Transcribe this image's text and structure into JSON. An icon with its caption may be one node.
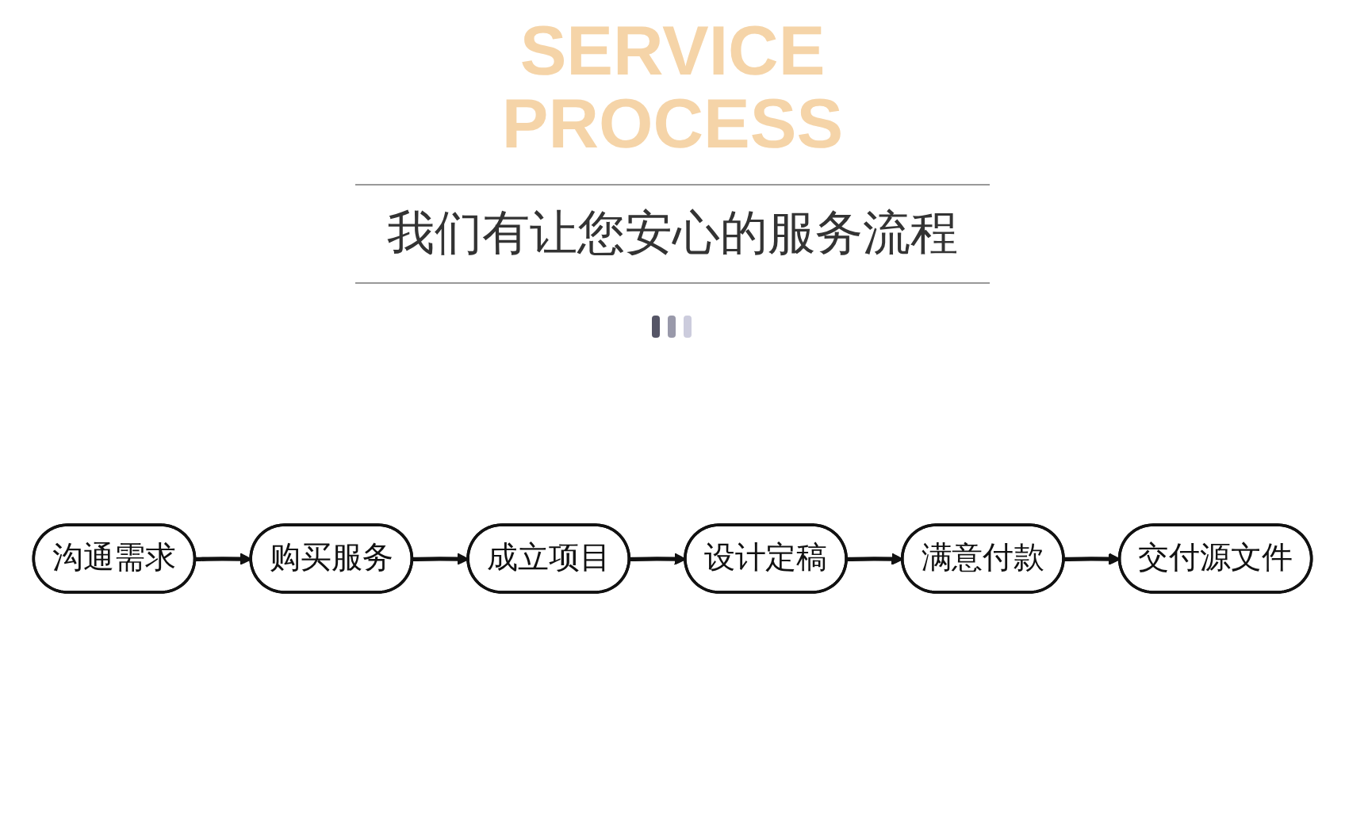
{
  "diagram": {
    "title": "SERVICE PROCESS",
    "nodes": [
      {
        "text": [
          "沟通需求"
        ]
      },
      {
        "text": [
          "购买服务"
        ]
      },
      {
        "text": [
          "成立项目"
        ]
      },
      {
        "text": [
          "设计定稿"
        ]
      },
      {
        "text": [
          "满意付款"
        ]
      },
      {
        "text": [
          "交付源文件"
        ]
      }
    ],
    "edges": [
      {
        "from": 0,
        "to": 1,
        "arrow": "to"
      },
      {
        "from": 1,
        "to": 2,
        "arrow": "to"
      },
      {
        "from": 2,
        "to": 3,
        "arrow": "to"
      },
      {
        "from": 3,
        "to": 4,
        "arrow": "to"
      },
      {
        "from": 4,
        "to": 5,
        "arrow": "to"
      }
    ],
    "labels": [
      "我们有让您安心的服务流程"
    ]
  }
}
